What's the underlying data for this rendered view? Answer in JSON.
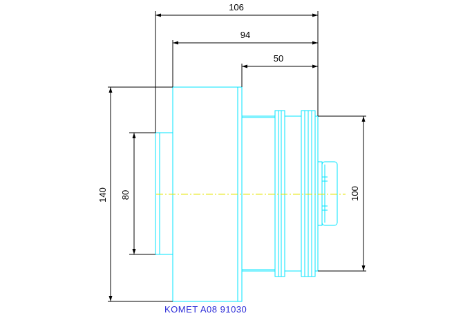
{
  "dimensions": {
    "overall_length": "106",
    "flange_to_end": "94",
    "shank_length": "50",
    "flange_diameter": "140",
    "pilot_diameter": "80",
    "shank_diameter": "100"
  },
  "caption": "KOMET A08 91030",
  "colors": {
    "part_outline": "#00e5ff",
    "dimension_lines": "#000000",
    "centerline": "#e6e600",
    "caption": "#2a2ad8"
  }
}
